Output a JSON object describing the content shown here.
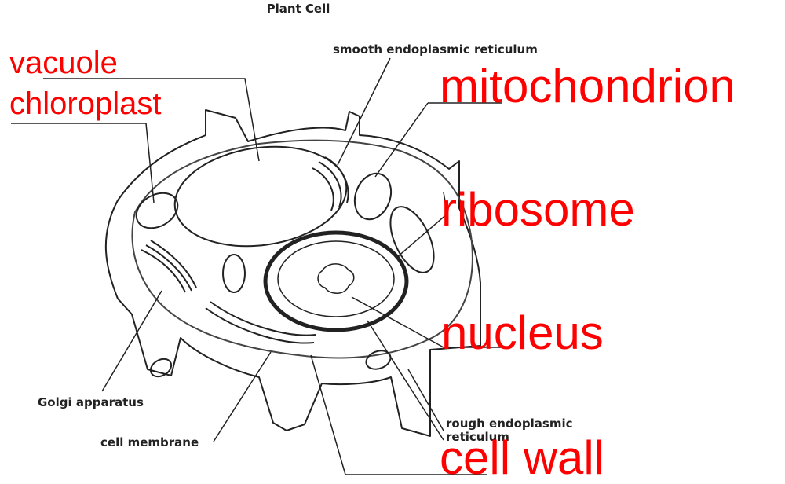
{
  "title": "Plant Cell",
  "colors": {
    "answer": "#ff0000",
    "line": "#222222",
    "shade": "#d9d9d9",
    "background": "#ffffff"
  },
  "printed_labels": {
    "smooth_er": "smooth endoplasmic reticulum",
    "golgi": "Golgi apparatus",
    "cell_membrane": "cell membrane",
    "rough_er": "rough endoplasmic reticulum"
  },
  "answer_labels": {
    "vacuole": "vacuole",
    "chloroplast": "chloroplast",
    "mitochondrion": "mitochondrion",
    "ribosome": "ribosome",
    "nucleus": "nucleus",
    "cell_wall": "cell wall"
  }
}
